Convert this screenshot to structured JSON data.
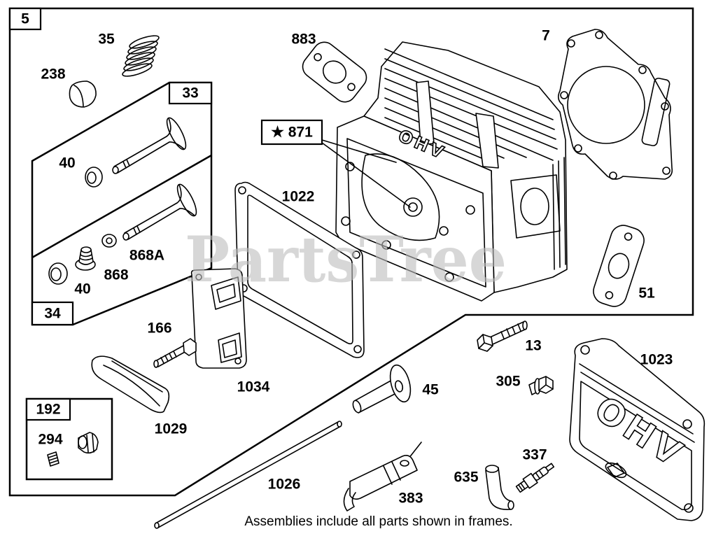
{
  "frames": {
    "main_label": "5",
    "valve_33_label": "33",
    "valve_34_label": "34",
    "breather_192_label": "192",
    "kit_871_label": "★ 871"
  },
  "callouts": {
    "p35": "35",
    "p238": "238",
    "p40_upper": "40",
    "p40_lower": "40",
    "p868A": "868A",
    "p868": "868",
    "p883": "883",
    "p7": "7",
    "p1022": "1022",
    "p51": "51",
    "p166": "166",
    "p1034": "1034",
    "p1029": "1029",
    "p294": "294",
    "p13": "13",
    "p1023": "1023",
    "p305": "305",
    "p45": "45",
    "p337": "337",
    "p635": "635",
    "p383": "383",
    "p1026": "1026"
  },
  "embossed_text": {
    "head": "OHV",
    "cover": "OHV"
  },
  "watermark": "PartsTree",
  "caption": "Assemblies include all parts shown in frames.",
  "colors": {
    "line": "#000000",
    "background": "#ffffff",
    "watermark": "#bdbdbd"
  }
}
